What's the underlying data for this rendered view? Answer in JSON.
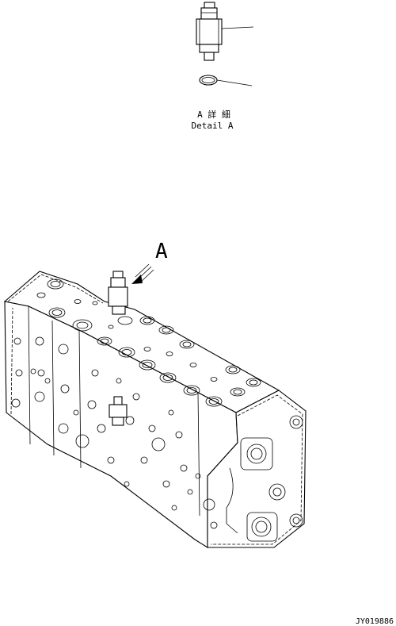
{
  "detail_caption_jp": "A 詳 細",
  "detail_caption_en": "Detail A",
  "view_callout": "A",
  "drawing_number": "JY019886",
  "icon_arrow": "view-direction-arrow-icon"
}
